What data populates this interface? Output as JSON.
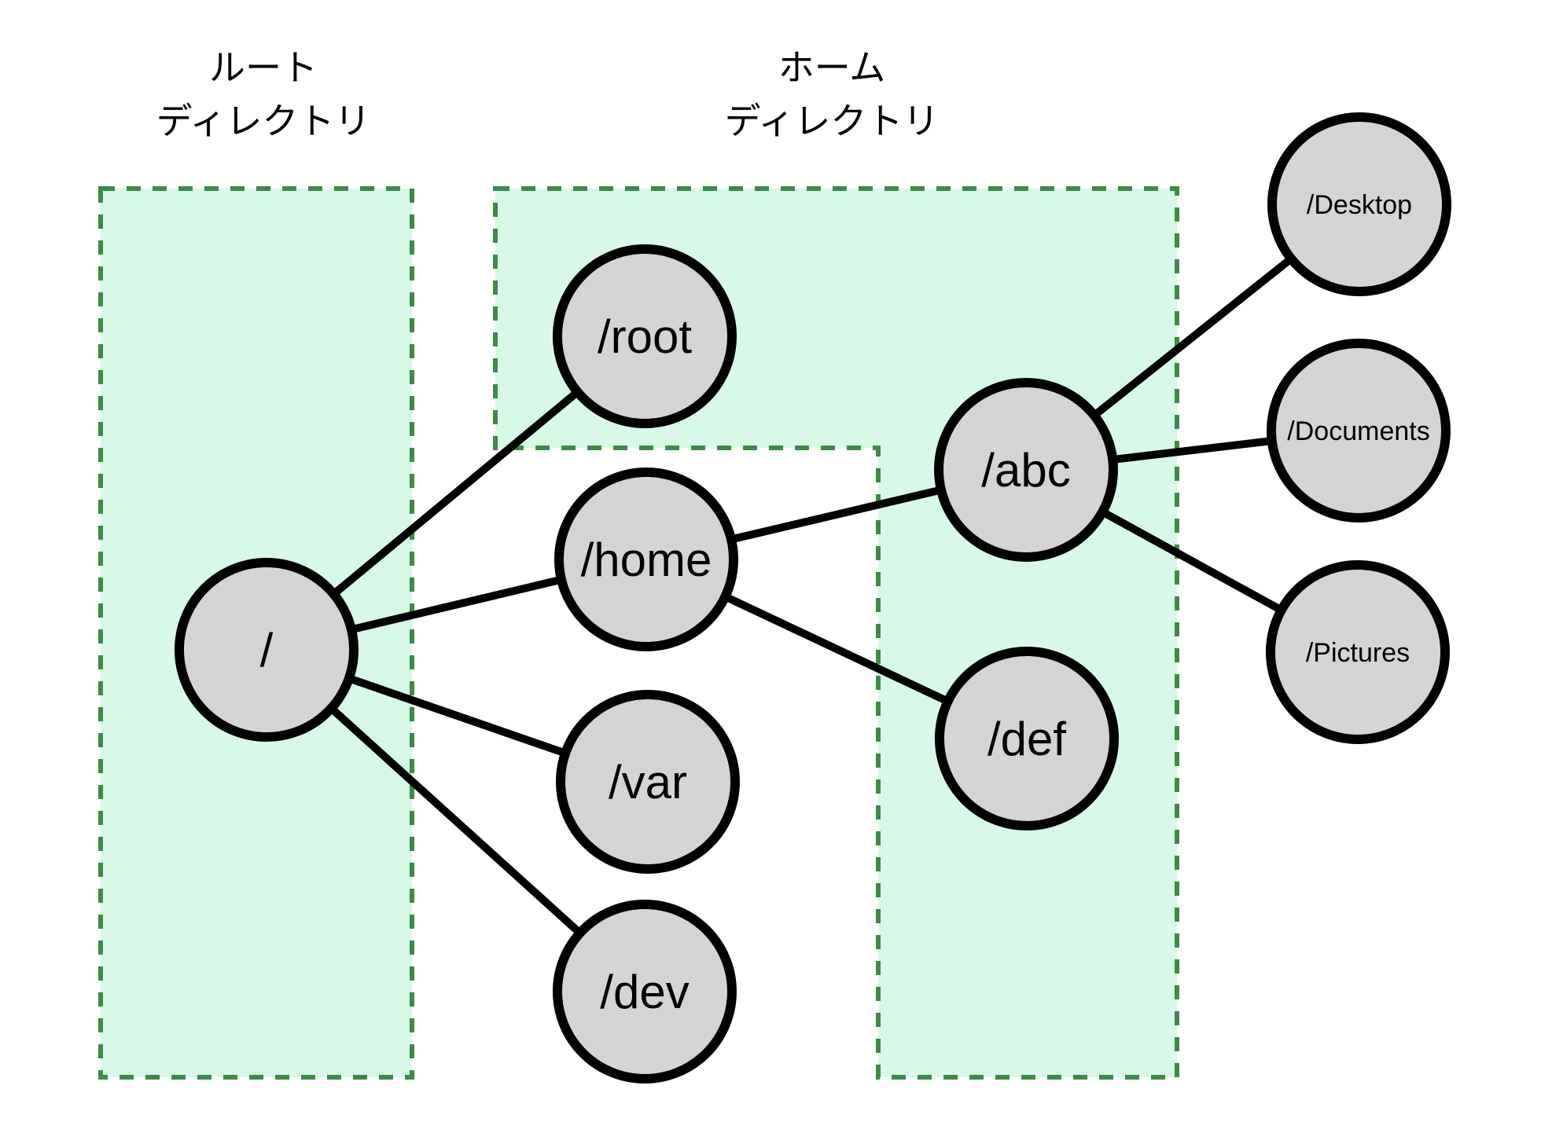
{
  "region_labels": {
    "root": {
      "line1": "ルート",
      "line2": "ディレクトリ"
    },
    "home": {
      "line1": "ホーム",
      "line2": "ディレクトリ"
    }
  },
  "nodes": {
    "slash": {
      "label": "/"
    },
    "root": {
      "label": "/root"
    },
    "home": {
      "label": "/home"
    },
    "var": {
      "label": "/var"
    },
    "dev": {
      "label": "/dev"
    },
    "abc": {
      "label": "/abc"
    },
    "def": {
      "label": "/def"
    },
    "desktop": {
      "label": "/Desktop"
    },
    "documents": {
      "label": "/Documents"
    },
    "pictures": {
      "label": "/Pictures"
    }
  },
  "edges": [
    {
      "from": "/",
      "to": "/root"
    },
    {
      "from": "/",
      "to": "/home"
    },
    {
      "from": "/",
      "to": "/var"
    },
    {
      "from": "/",
      "to": "/dev"
    },
    {
      "from": "/home",
      "to": "/abc"
    },
    {
      "from": "/home",
      "to": "/def"
    },
    {
      "from": "/abc",
      "to": "/Desktop"
    },
    {
      "from": "/abc",
      "to": "/Documents"
    },
    {
      "from": "/abc",
      "to": "/Pictures"
    }
  ],
  "colors": {
    "background": "#ffffff",
    "region_fill": "#d8f9e8",
    "region_border": "#3e8a46",
    "node_fill": "#d4d4d4",
    "node_border": "#000000",
    "edge_line": "#000000",
    "label_text": "#000000"
  }
}
